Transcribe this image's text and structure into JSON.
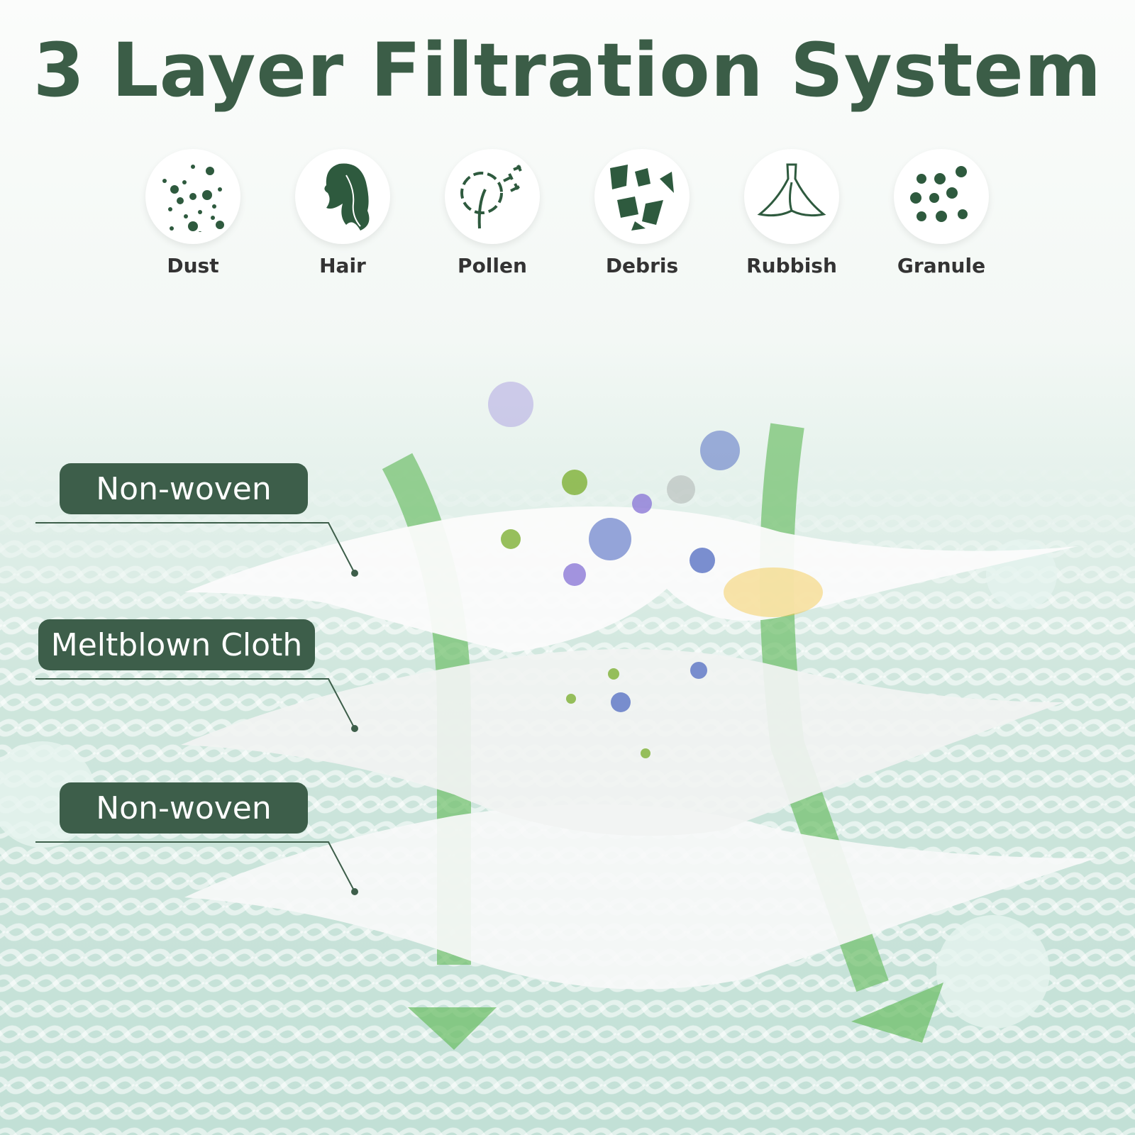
{
  "title": "3 Layer Filtration System",
  "filters": [
    {
      "label": "Dust",
      "icon": "dust-icon"
    },
    {
      "label": "Hair",
      "icon": "hair-icon"
    },
    {
      "label": "Pollen",
      "icon": "pollen-icon"
    },
    {
      "label": "Debris",
      "icon": "debris-icon"
    },
    {
      "label": "Rubbish",
      "icon": "rubbish-icon"
    },
    {
      "label": "Granule",
      "icon": "granule-icon"
    }
  ],
  "layers": [
    {
      "label": "Non-woven"
    },
    {
      "label": "Meltblown Cloth"
    },
    {
      "label": "Non-woven"
    }
  ],
  "colors": {
    "brand": "#3d5e4a",
    "arrow": "#6fbf6a"
  }
}
